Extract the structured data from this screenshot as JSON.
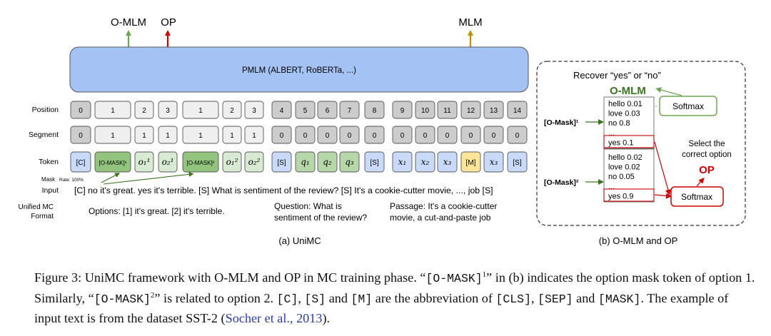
{
  "outputs": {
    "omlm": "O-MLM",
    "op": "OP",
    "mlm": "MLM"
  },
  "pmlm_label": "PMLM (ALBERT, RoBERTa, ...)",
  "row_labels": {
    "position": "Position",
    "segment": "Segment",
    "token": "Token",
    "input": "Input",
    "unified_line1": "Unified MC",
    "unified_line2": "Format"
  },
  "positions": [
    "0",
    "1",
    "2",
    "3",
    "1",
    "2",
    "3",
    "4",
    "5",
    "6",
    "7",
    "8",
    "9",
    "10",
    "11",
    "12",
    "13",
    "14"
  ],
  "segments": [
    "0",
    "1",
    "1",
    "1",
    "1",
    "1",
    "1",
    "0",
    "0",
    "0",
    "0",
    "0",
    "0",
    "0",
    "0",
    "0",
    "0",
    "0"
  ],
  "tokens": [
    "[C]",
    "[O-MASK]¹",
    "o₁¹",
    "o₂¹",
    "[O-MASK]²",
    "o₁²",
    "o₂²",
    "[S]",
    "q₁",
    "q₂",
    "q₃",
    "[S]",
    "x₁",
    "x₂",
    "x₃",
    "[M]",
    "x₃",
    "[S]"
  ],
  "mask_rate": {
    "mask": "Mask",
    "rate": "Rate: 100%"
  },
  "input_text": "[C] no it's great. yes it's terrible. [S] What is sentiment of the review? [S] It's a cookie-cutter movie, ..., job [S]",
  "unified": {
    "options": "Options: [1] it's great. [2] it's terrible.",
    "question_line1": "Question: What is",
    "question_line2": "sentiment of the review?",
    "passage_line1": "Passage: It's a cookie-cutter",
    "passage_line2": "movie, a cut-and-paste job"
  },
  "sub_a": "(a) UniMC",
  "sub_b": "(b) O-MLM and OP",
  "panel_b": {
    "recover": "Recover  “yes”  or  “no”",
    "omlm": "O-MLM",
    "list1": [
      "hello 0.01",
      "love 0.03",
      "no 0.8",
      "...",
      "yes 0.1"
    ],
    "list2": [
      "hello 0.02",
      "love 0.02",
      "no 0.05",
      "...",
      "yes 0.9"
    ],
    "omask1": "[O-Mask]¹",
    "omask2": "[O-Mask]²",
    "softmax": "Softmax",
    "select_line1": "Select the",
    "select_line2": "correct option",
    "op": "OP"
  },
  "caption": {
    "p1": "Figure 3: UniMC framework with O-MLM and OP in MC training phase. “",
    "m1": "[O-MASK]",
    "s1": "1",
    "p2": "” in (b) indicates the option mask token of option 1. Similarly, “",
    "m2": "[O-MASK]",
    "s2": "2",
    "p3": "” is related to option 2. ",
    "m3": "[C]",
    "p4": ", ",
    "m4": "[S]",
    "p5": " and ",
    "m5": "[M]",
    "p6": " are the abbreviation of ",
    "m6": "[CLS]",
    "p7": ", ",
    "m7": "[SEP]",
    "p8": " and ",
    "m8": "[MASK]",
    "p9": ". The example of input text is from the dataset SST-2 (",
    "cite": "Socher et al., 2013",
    "p10": ")."
  },
  "colors": {
    "pmlm": "#a4c2f4",
    "gray": "#cccccc",
    "light_gray": "#efefef",
    "green": "#b6d7a8",
    "dark_green": "#93c47d",
    "light_green": "#d9ead3",
    "blue": "#c9daf8",
    "yellow": "#ffe599",
    "omlm_green": "#38761d",
    "op_red": "#cc0000",
    "mlm_gold": "#bf9000"
  }
}
